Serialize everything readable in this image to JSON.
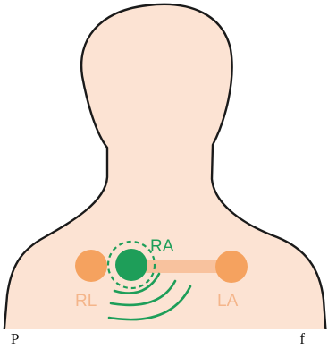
{
  "figure": {
    "electrodes": [
      {
        "id": "RL",
        "label": "RL",
        "color": "#F5A25F"
      },
      {
        "id": "RA",
        "label": "RA",
        "color": "#1E9E59"
      },
      {
        "id": "LA",
        "label": "LA",
        "color": "#F5A25F"
      }
    ],
    "colors": {
      "skin": "#FCE3D3",
      "outline": "#1A1A1A",
      "orange": "#F5A25F",
      "orange_label": "#F4B58A",
      "bar": "#F8C29E",
      "green": "#1E9E59"
    },
    "caption": {
      "left": "P",
      "right": "f"
    }
  }
}
